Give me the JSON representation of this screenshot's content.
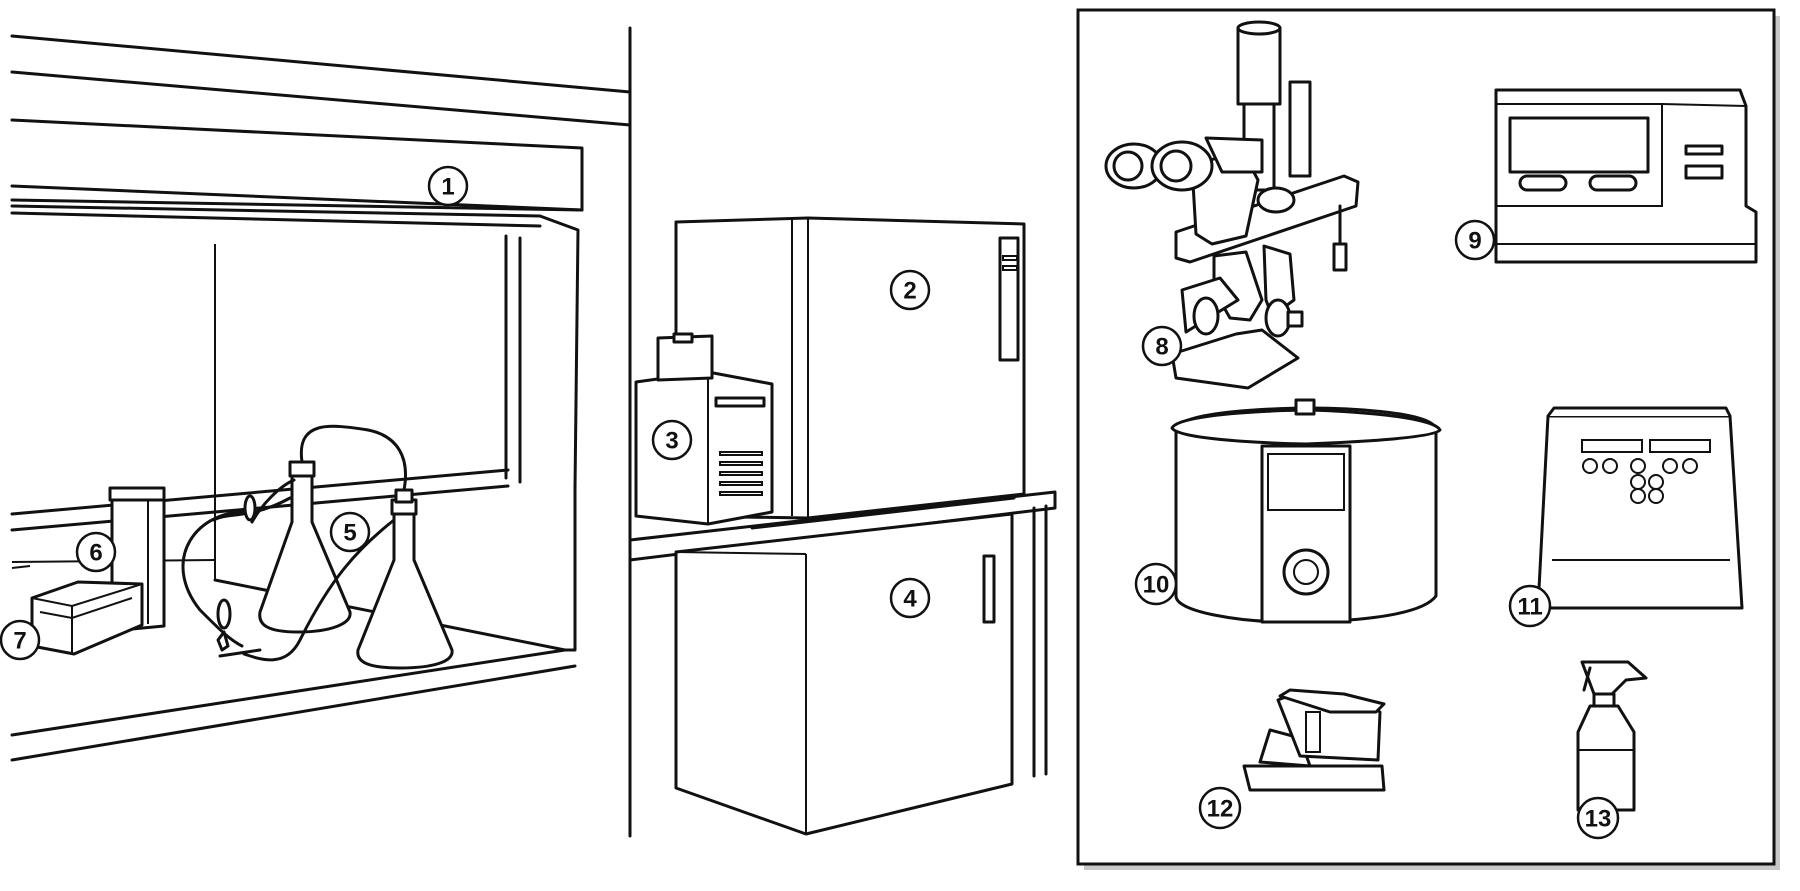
{
  "callouts": [
    {
      "id": "1",
      "label": "1"
    },
    {
      "id": "2",
      "label": "2"
    },
    {
      "id": "3",
      "label": "3"
    },
    {
      "id": "4",
      "label": "4"
    },
    {
      "id": "5",
      "label": "5"
    },
    {
      "id": "6",
      "label": "6"
    },
    {
      "id": "7",
      "label": "7"
    },
    {
      "id": "8",
      "label": "8"
    },
    {
      "id": "9",
      "label": "9"
    },
    {
      "id": "10",
      "label": "10"
    },
    {
      "id": "11",
      "label": "11"
    },
    {
      "id": "12",
      "label": "12"
    },
    {
      "id": "13",
      "label": "13"
    }
  ],
  "colors": {
    "line": "#111111",
    "background": "#ffffff",
    "panel_shadow": "#9a9a9a"
  },
  "items": [
    {
      "callout": "1",
      "icon": "biosafety-cabinet-icon"
    },
    {
      "callout": "2",
      "icon": "co2-incubator-icon"
    },
    {
      "callout": "3",
      "icon": "water-bath-icon"
    },
    {
      "callout": "4",
      "icon": "refrigerator-icon"
    },
    {
      "callout": "5",
      "icon": "vacuum-flask-icon"
    },
    {
      "callout": "6",
      "icon": "waste-container-icon"
    },
    {
      "callout": "7",
      "icon": "tray-icon"
    },
    {
      "callout": "8",
      "icon": "inverted-microscope-icon"
    },
    {
      "callout": "9",
      "icon": "plate-reader-icon"
    },
    {
      "callout": "10",
      "icon": "centrifuge-icon"
    },
    {
      "callout": "11",
      "icon": "cell-counter-icon"
    },
    {
      "callout": "12",
      "icon": "pipette-controller-icon"
    },
    {
      "callout": "13",
      "icon": "spray-bottle-icon"
    }
  ]
}
